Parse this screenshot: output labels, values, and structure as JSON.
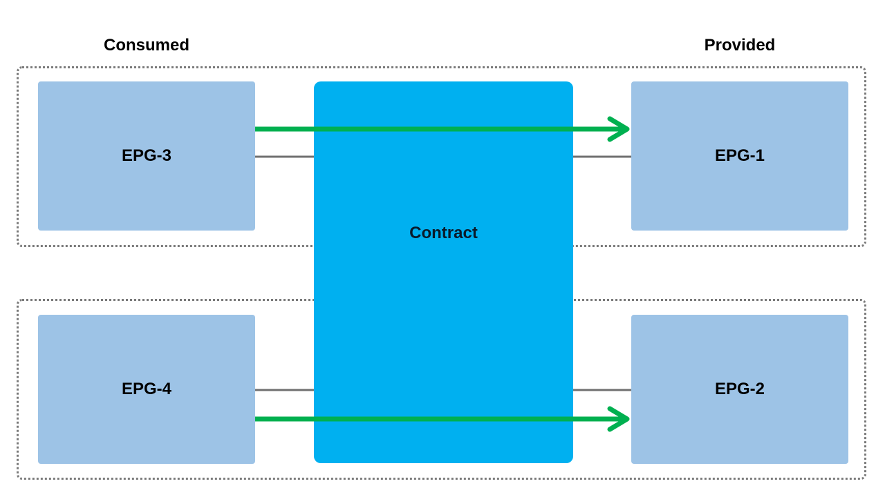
{
  "headings": {
    "consumed": "Consumed",
    "provided": "Provided"
  },
  "contract": {
    "label": "Contract"
  },
  "epgs": [
    {
      "id": "epg-3",
      "label": "EPG-3",
      "role": "consumed"
    },
    {
      "id": "epg-1",
      "label": "EPG-1",
      "role": "provided"
    },
    {
      "id": "epg-4",
      "label": "EPG-4",
      "role": "consumed"
    },
    {
      "id": "epg-2",
      "label": "EPG-2",
      "role": "provided"
    }
  ],
  "flows": [
    {
      "from": "EPG-3",
      "to": "EPG-1"
    },
    {
      "from": "EPG-4",
      "to": "EPG-2"
    }
  ],
  "colors": {
    "epg_fill": "#9dc3e6",
    "contract_fill": "#00b0f0",
    "arrow": "#00b050",
    "connector": "#6f6f6f",
    "group_border": "#7a7a7a"
  }
}
